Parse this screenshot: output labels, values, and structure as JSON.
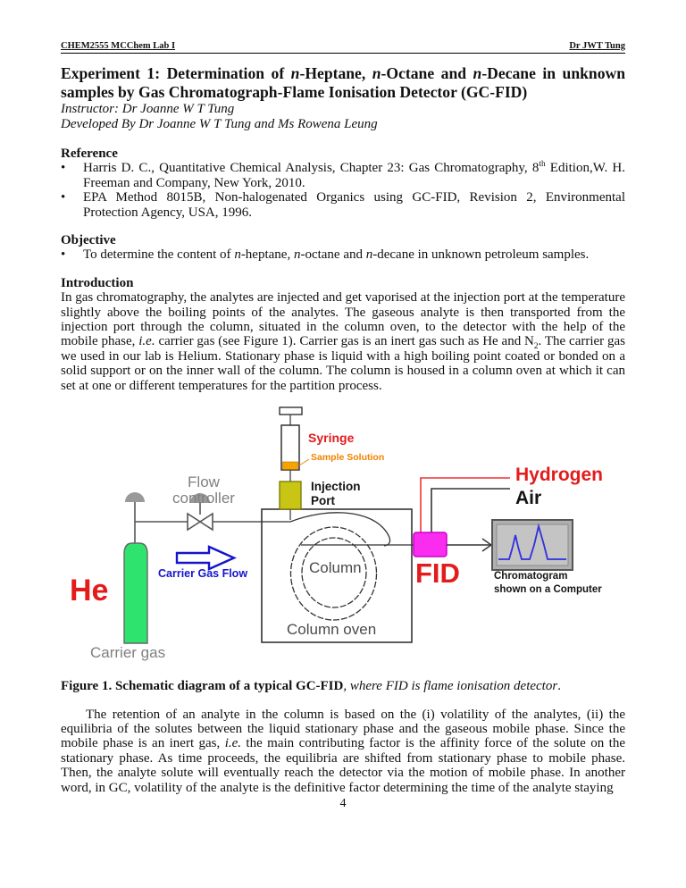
{
  "header": {
    "left": "CHEM2555 MCChem Lab I",
    "right": "Dr JWT Tung"
  },
  "title": {
    "line1": [
      {
        "t": "Experiment 1: Determination of "
      },
      {
        "t": "n",
        "s": "i"
      },
      {
        "t": "-Heptane, "
      },
      {
        "t": "n",
        "s": "i"
      },
      {
        "t": "-Octane and "
      },
      {
        "t": "n",
        "s": "i"
      },
      {
        "t": "-Decane in unknown"
      }
    ],
    "line2": [
      {
        "t": "samples by Gas Chromatograph-Flame Ionisation Detector (GC-FID)"
      }
    ]
  },
  "byline_instructor": "Instructor: Dr Joanne W T Tung",
  "byline_developed": "Developed By Dr Joanne W T Tung and Ms Rowena Leung",
  "reference": {
    "heading": "Reference",
    "bullet_glyph": "•",
    "item1": [
      {
        "t": "Harris D. C., Quantitative Chemical Analysis, Chapter 23: Gas Chromatography, 8"
      },
      {
        "t": "th",
        "s": "sup"
      },
      {
        "t": " Edition,W. H. Freeman and Company, New York, 2010."
      }
    ],
    "item2": [
      {
        "t": "EPA Method 8015B, Non-halogenated Organics using GC-FID, Revision 2, Environmental Protection Agency, USA, 1996."
      }
    ]
  },
  "objective": {
    "heading": "Objective",
    "item": [
      {
        "t": "To determine the content of "
      },
      {
        "t": "n",
        "s": "i"
      },
      {
        "t": "-heptane, "
      },
      {
        "t": "n",
        "s": "i"
      },
      {
        "t": "-octane and "
      },
      {
        "t": "n",
        "s": "i"
      },
      {
        "t": "-decane in unknown petroleum samples."
      }
    ]
  },
  "introduction": {
    "heading": "Introduction",
    "paragraph": [
      {
        "t": "In gas chromatography, the analytes are injected and get vaporised at the injection port at the temperature slightly above the boiling points of the analytes. The gaseous analyte is then transported from the injection port through the column, situated in the column oven, to the detector with the help of the mobile phase, "
      },
      {
        "t": "i.e.",
        "s": "i"
      },
      {
        "t": " carrier gas (see Figure 1). Carrier gas is an inert gas such as He and N"
      },
      {
        "t": "2",
        "s": "sub"
      },
      {
        "t": ". The carrier gas we used in our lab is Helium. Stationary phase is liquid with a high boiling point coated or bonded on a solid support or on the inner wall of the column. The column is housed in a column oven at which it can set at one or different temperatures for the partition process."
      }
    ]
  },
  "figure": {
    "labels": {
      "syringe": "Syringe",
      "sample_solution": "Sample Solution",
      "injection_line1": "Injection",
      "injection_line2": "Port",
      "flow_line1": "Flow",
      "flow_line2": "controller",
      "hydrogen": "Hydrogen",
      "air": "Air",
      "he": "He",
      "carrier_gas": "Carrier gas",
      "carrier_gas_flow": "Carrier Gas Flow",
      "column": "Column",
      "column_oven": "Column oven",
      "fid": "FID",
      "chromatogram_line1": "Chromatogram",
      "chromatogram_line2": "shown on a Computer"
    },
    "colors": {
      "tank_green": "#2fe46e",
      "injection_yellow": "#c9c515",
      "sample_orange": "#f4a300",
      "fid_magenta": "#f92cf0",
      "label_red": "#e31b1b",
      "label_blue": "#1414cc",
      "label_orange": "#f08300",
      "gray_knob": "#999999",
      "screen_gray": "#c4c4c4",
      "trace_blue": "#3030dd"
    }
  },
  "caption": [
    {
      "t": "Figure 1. Schematic diagram of a typical GC-FID",
      "s": "b"
    },
    {
      "t": ", where FID is flame ionisation detector",
      "s": "i"
    },
    {
      "t": "."
    }
  ],
  "paragraph2": [
    {
      "t": "The retention of an analyte in the column is based on the (i) volatility of the analytes, (ii) the equilibria of the solutes between the liquid stationary phase and the gaseous mobile phase. Since the mobile phase is an inert gas, "
    },
    {
      "t": "i.e.",
      "s": "i"
    },
    {
      "t": " the main contributing factor is the affinity force of the solute on the stationary phase. As time proceeds, the equilibria are shifted from stationary phase to mobile phase. Then, the analyte solute will eventually reach the detector via the motion of mobile phase. In another word, in GC, volatility of the analyte is the definitive factor determining the time of the analyte staying"
    }
  ],
  "page_number": "4"
}
